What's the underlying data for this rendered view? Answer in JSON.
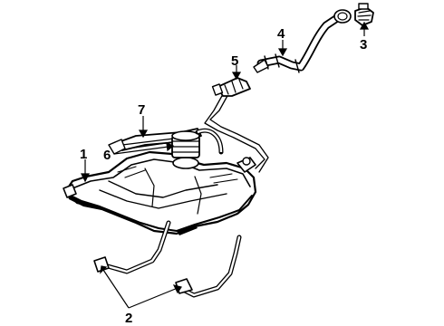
{
  "diagram": {
    "callouts": [
      {
        "id": "1",
        "label": "1"
      },
      {
        "id": "2",
        "label": "2"
      },
      {
        "id": "3",
        "label": "3"
      },
      {
        "id": "4",
        "label": "4"
      },
      {
        "id": "5",
        "label": "5"
      },
      {
        "id": "6",
        "label": "6"
      },
      {
        "id": "7",
        "label": "7"
      }
    ],
    "parts": [
      {
        "id": "fuel-tank",
        "callout": "1"
      },
      {
        "id": "tank-straps",
        "callout": "2"
      },
      {
        "id": "filler-cap",
        "callout": "3"
      },
      {
        "id": "filler-pipe",
        "callout": "4"
      },
      {
        "id": "filler-hose",
        "callout": "5"
      },
      {
        "id": "fuel-pump",
        "callout": "6"
      },
      {
        "id": "pump-bracket",
        "callout": "7"
      }
    ]
  }
}
